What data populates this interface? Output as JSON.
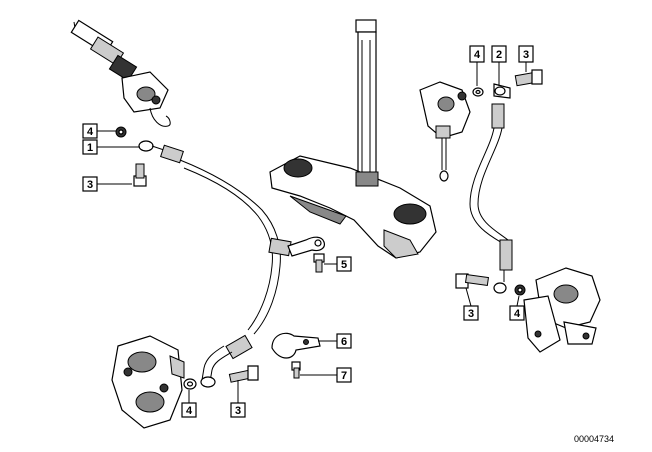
{
  "diagram": {
    "reference_number": "00004734",
    "callouts": [
      {
        "id": "c4a",
        "label": "4"
      },
      {
        "id": "c1",
        "label": "1"
      },
      {
        "id": "c3a",
        "label": "3"
      },
      {
        "id": "c5",
        "label": "5"
      },
      {
        "id": "c6",
        "label": "6"
      },
      {
        "id": "c7",
        "label": "7"
      },
      {
        "id": "c4b",
        "label": "4"
      },
      {
        "id": "c3b",
        "label": "3"
      },
      {
        "id": "c4c",
        "label": "4"
      },
      {
        "id": "c2",
        "label": "2"
      },
      {
        "id": "c3c",
        "label": "3"
      },
      {
        "id": "c3d",
        "label": "3"
      },
      {
        "id": "c4d",
        "label": "4"
      }
    ]
  }
}
